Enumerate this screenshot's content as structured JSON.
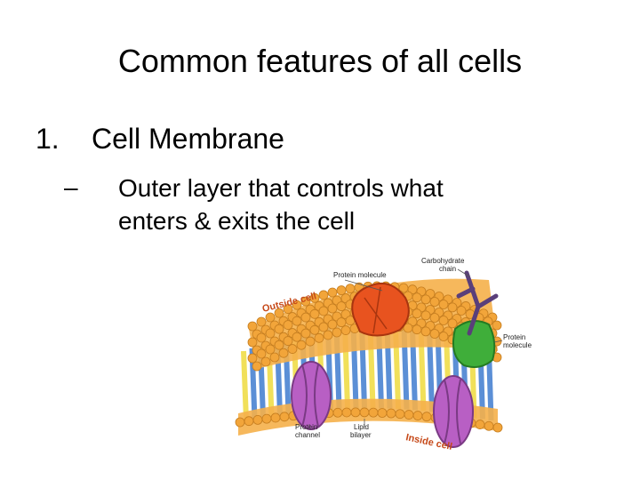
{
  "slide": {
    "title": "Common features of all cells",
    "item_number": "1.",
    "item_heading": "Cell Membrane",
    "bullet_dash": "–",
    "bullet_line1": "Outer layer that controls what",
    "bullet_line2": "enters & exits the cell"
  },
  "diagram": {
    "labels": {
      "protein_molecule_top": "Protein molecule",
      "carbohydrate_chain_1": "Carbohydrate",
      "carbohydrate_chain_2": "chain",
      "outside_cell": "Outside cell",
      "protein_molecule_right_1": "Protein",
      "protein_molecule_right_2": "molecule",
      "protein_channel_1": "Protein",
      "protein_channel_2": "channel",
      "lipid_bilayer_1": "Lipid",
      "lipid_bilayer_2": "bilayer",
      "inside_cell": "Inside cell"
    },
    "colors": {
      "phospholipid_head": "#f2a53a",
      "tail_blue": "#5b8fd6",
      "tail_yellow": "#f1e05a",
      "channel_protein": "#b85fc4",
      "protein_top": "#e8531f",
      "protein_right": "#3fae3a",
      "carbohydrate": "#5a3f7a"
    }
  }
}
